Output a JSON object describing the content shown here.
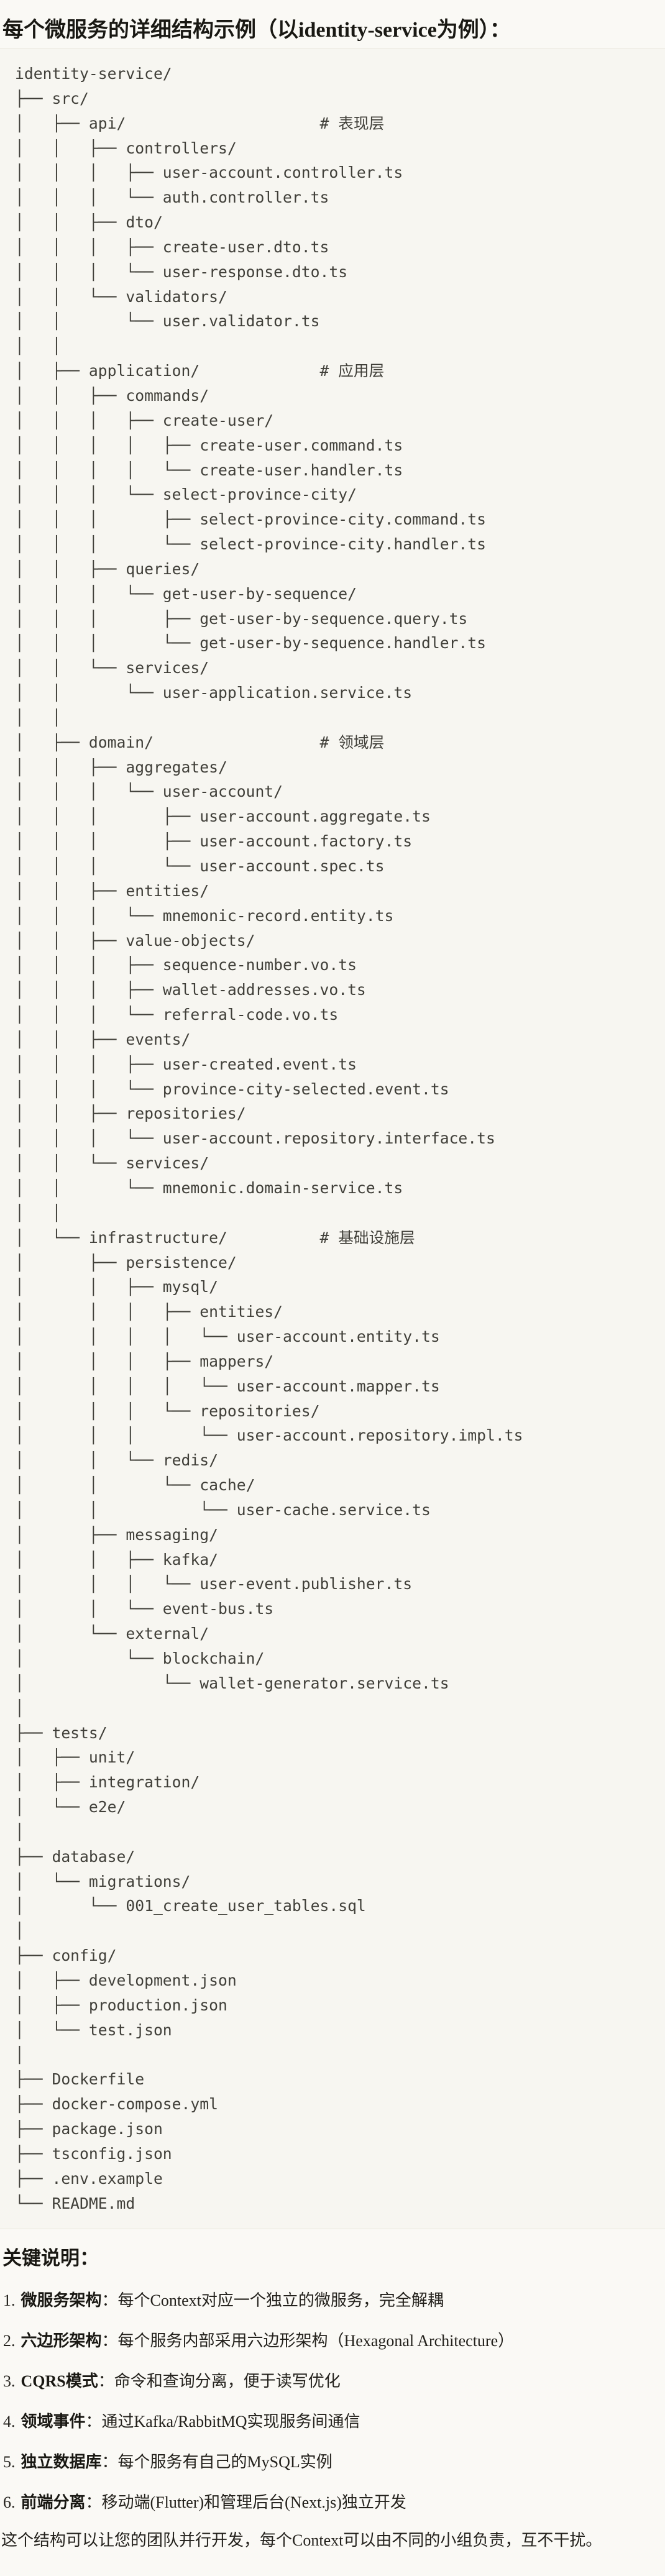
{
  "title": "每个微服务的详细结构示例（以identity-service为例）：",
  "code_block": {
    "lines": [
      "identity-service/",
      "├── src/",
      "│   ├── api/                     # 表现层",
      "│   │   ├── controllers/",
      "│   │   │   ├── user-account.controller.ts",
      "│   │   │   └── auth.controller.ts",
      "│   │   ├── dto/",
      "│   │   │   ├── create-user.dto.ts",
      "│   │   │   └── user-response.dto.ts",
      "│   │   └── validators/",
      "│   │       └── user.validator.ts",
      "│   │",
      "│   ├── application/             # 应用层",
      "│   │   ├── commands/",
      "│   │   │   ├── create-user/",
      "│   │   │   │   ├── create-user.command.ts",
      "│   │   │   │   └── create-user.handler.ts",
      "│   │   │   └── select-province-city/",
      "│   │   │       ├── select-province-city.command.ts",
      "│   │   │       └── select-province-city.handler.ts",
      "│   │   ├── queries/",
      "│   │   │   └── get-user-by-sequence/",
      "│   │   │       ├── get-user-by-sequence.query.ts",
      "│   │   │       └── get-user-by-sequence.handler.ts",
      "│   │   └── services/",
      "│   │       └── user-application.service.ts",
      "│   │",
      "│   ├── domain/                  # 领域层",
      "│   │   ├── aggregates/",
      "│   │   │   └── user-account/",
      "│   │   │       ├── user-account.aggregate.ts",
      "│   │   │       ├── user-account.factory.ts",
      "│   │   │       └── user-account.spec.ts",
      "│   │   ├── entities/",
      "│   │   │   └── mnemonic-record.entity.ts",
      "│   │   ├── value-objects/",
      "│   │   │   ├── sequence-number.vo.ts",
      "│   │   │   ├── wallet-addresses.vo.ts",
      "│   │   │   └── referral-code.vo.ts",
      "│   │   ├── events/",
      "│   │   │   ├── user-created.event.ts",
      "│   │   │   └── province-city-selected.event.ts",
      "│   │   ├── repositories/",
      "│   │   │   └── user-account.repository.interface.ts",
      "│   │   └── services/",
      "│   │       └── mnemonic.domain-service.ts",
      "│   │",
      "│   └── infrastructure/          # 基础设施层",
      "│       ├── persistence/",
      "│       │   ├── mysql/",
      "│       │   │   ├── entities/",
      "│       │   │   │   └── user-account.entity.ts",
      "│       │   │   ├── mappers/",
      "│       │   │   │   └── user-account.mapper.ts",
      "│       │   │   └── repositories/",
      "│       │   │       └── user-account.repository.impl.ts",
      "│       │   └── redis/",
      "│       │       └── cache/",
      "│       │           └── user-cache.service.ts",
      "│       ├── messaging/",
      "│       │   ├── kafka/",
      "│       │   │   └── user-event.publisher.ts",
      "│       │   └── event-bus.ts",
      "│       └── external/",
      "│           └── blockchain/",
      "│               └── wallet-generator.service.ts",
      "│",
      "├── tests/",
      "│   ├── unit/",
      "│   ├── integration/",
      "│   └── e2e/",
      "│",
      "├── database/",
      "│   └── migrations/",
      "│       └── 001_create_user_tables.sql",
      "│",
      "├── config/",
      "│   ├── development.json",
      "│   ├── production.json",
      "│   └── test.json",
      "│",
      "├── Dockerfile",
      "├── docker-compose.yml",
      "├── package.json",
      "├── tsconfig.json",
      "├── .env.example",
      "└── README.md"
    ]
  },
  "notes": {
    "heading": "关键说明：",
    "items": [
      {
        "num": "1.",
        "term": "微服务架构",
        "text": "：每个Context对应一个独立的微服务，完全解耦"
      },
      {
        "num": "2.",
        "term": "六边形架构",
        "text": "：每个服务内部采用六边形架构（Hexagonal Architecture）"
      },
      {
        "num": "3.",
        "term": "CQRS模式",
        "text": "：命令和查询分离，便于读写优化"
      },
      {
        "num": "4.",
        "term": "领域事件",
        "text": "：通过Kafka/RabbitMQ实现服务间通信"
      },
      {
        "num": "5.",
        "term": "独立数据库",
        "text": "：每个服务有自己的MySQL实例"
      },
      {
        "num": "6.",
        "term": "前端分离",
        "text": "：移动端(Flutter)和管理后台(Next.js)独立开发"
      }
    ]
  },
  "closing": "这个结构可以让您的团队并行开发，每个Context可以由不同的小组负责，互不干扰。",
  "colors": {
    "page_bg": "#faf9f5",
    "code_bg": "#f7f6f1",
    "code_border": "#e9e6de",
    "code_text": "#403f39",
    "heading_text": "#191813",
    "body_text": "#23211c"
  }
}
